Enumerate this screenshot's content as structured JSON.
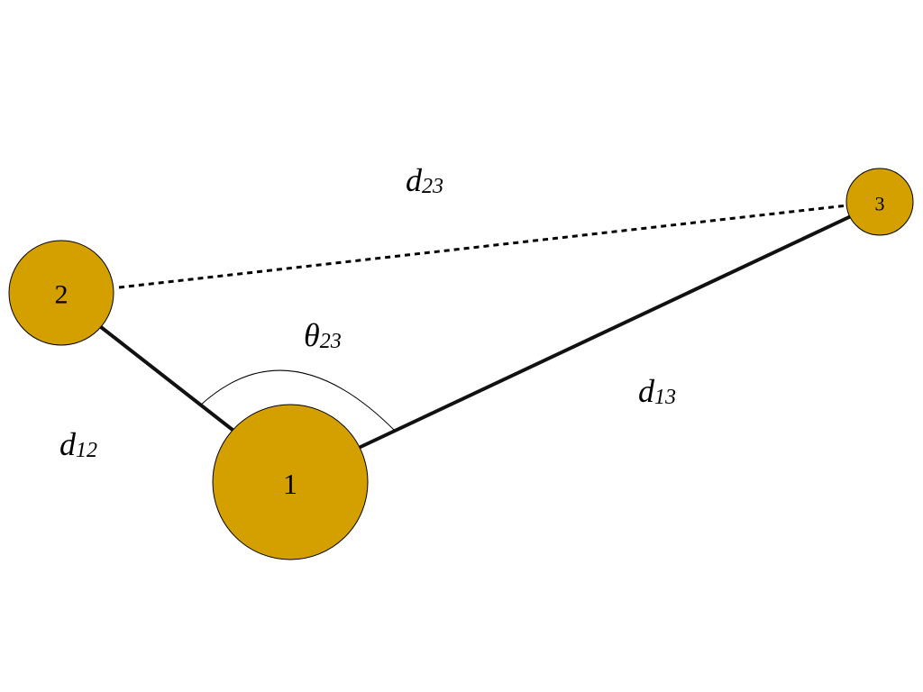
{
  "colors": {
    "node_fill": "#D4A000",
    "node_stroke": "#000000",
    "edge": "#111111",
    "background": "#FFFFFF"
  },
  "nodes": [
    {
      "id": "1",
      "label": "1"
    },
    {
      "id": "2",
      "label": "2"
    },
    {
      "id": "3",
      "label": "3"
    }
  ],
  "edges": [
    {
      "from": "1",
      "to": "2",
      "style": "solid",
      "label_main": "d",
      "label_sub": "12"
    },
    {
      "from": "1",
      "to": "3",
      "style": "solid",
      "label_main": "d",
      "label_sub": "13"
    },
    {
      "from": "2",
      "to": "3",
      "style": "dashed",
      "label_main": "d",
      "label_sub": "23"
    }
  ],
  "angle": {
    "vertex": "1",
    "between": [
      "2",
      "3"
    ],
    "label_main": "θ",
    "label_sub": "23"
  }
}
